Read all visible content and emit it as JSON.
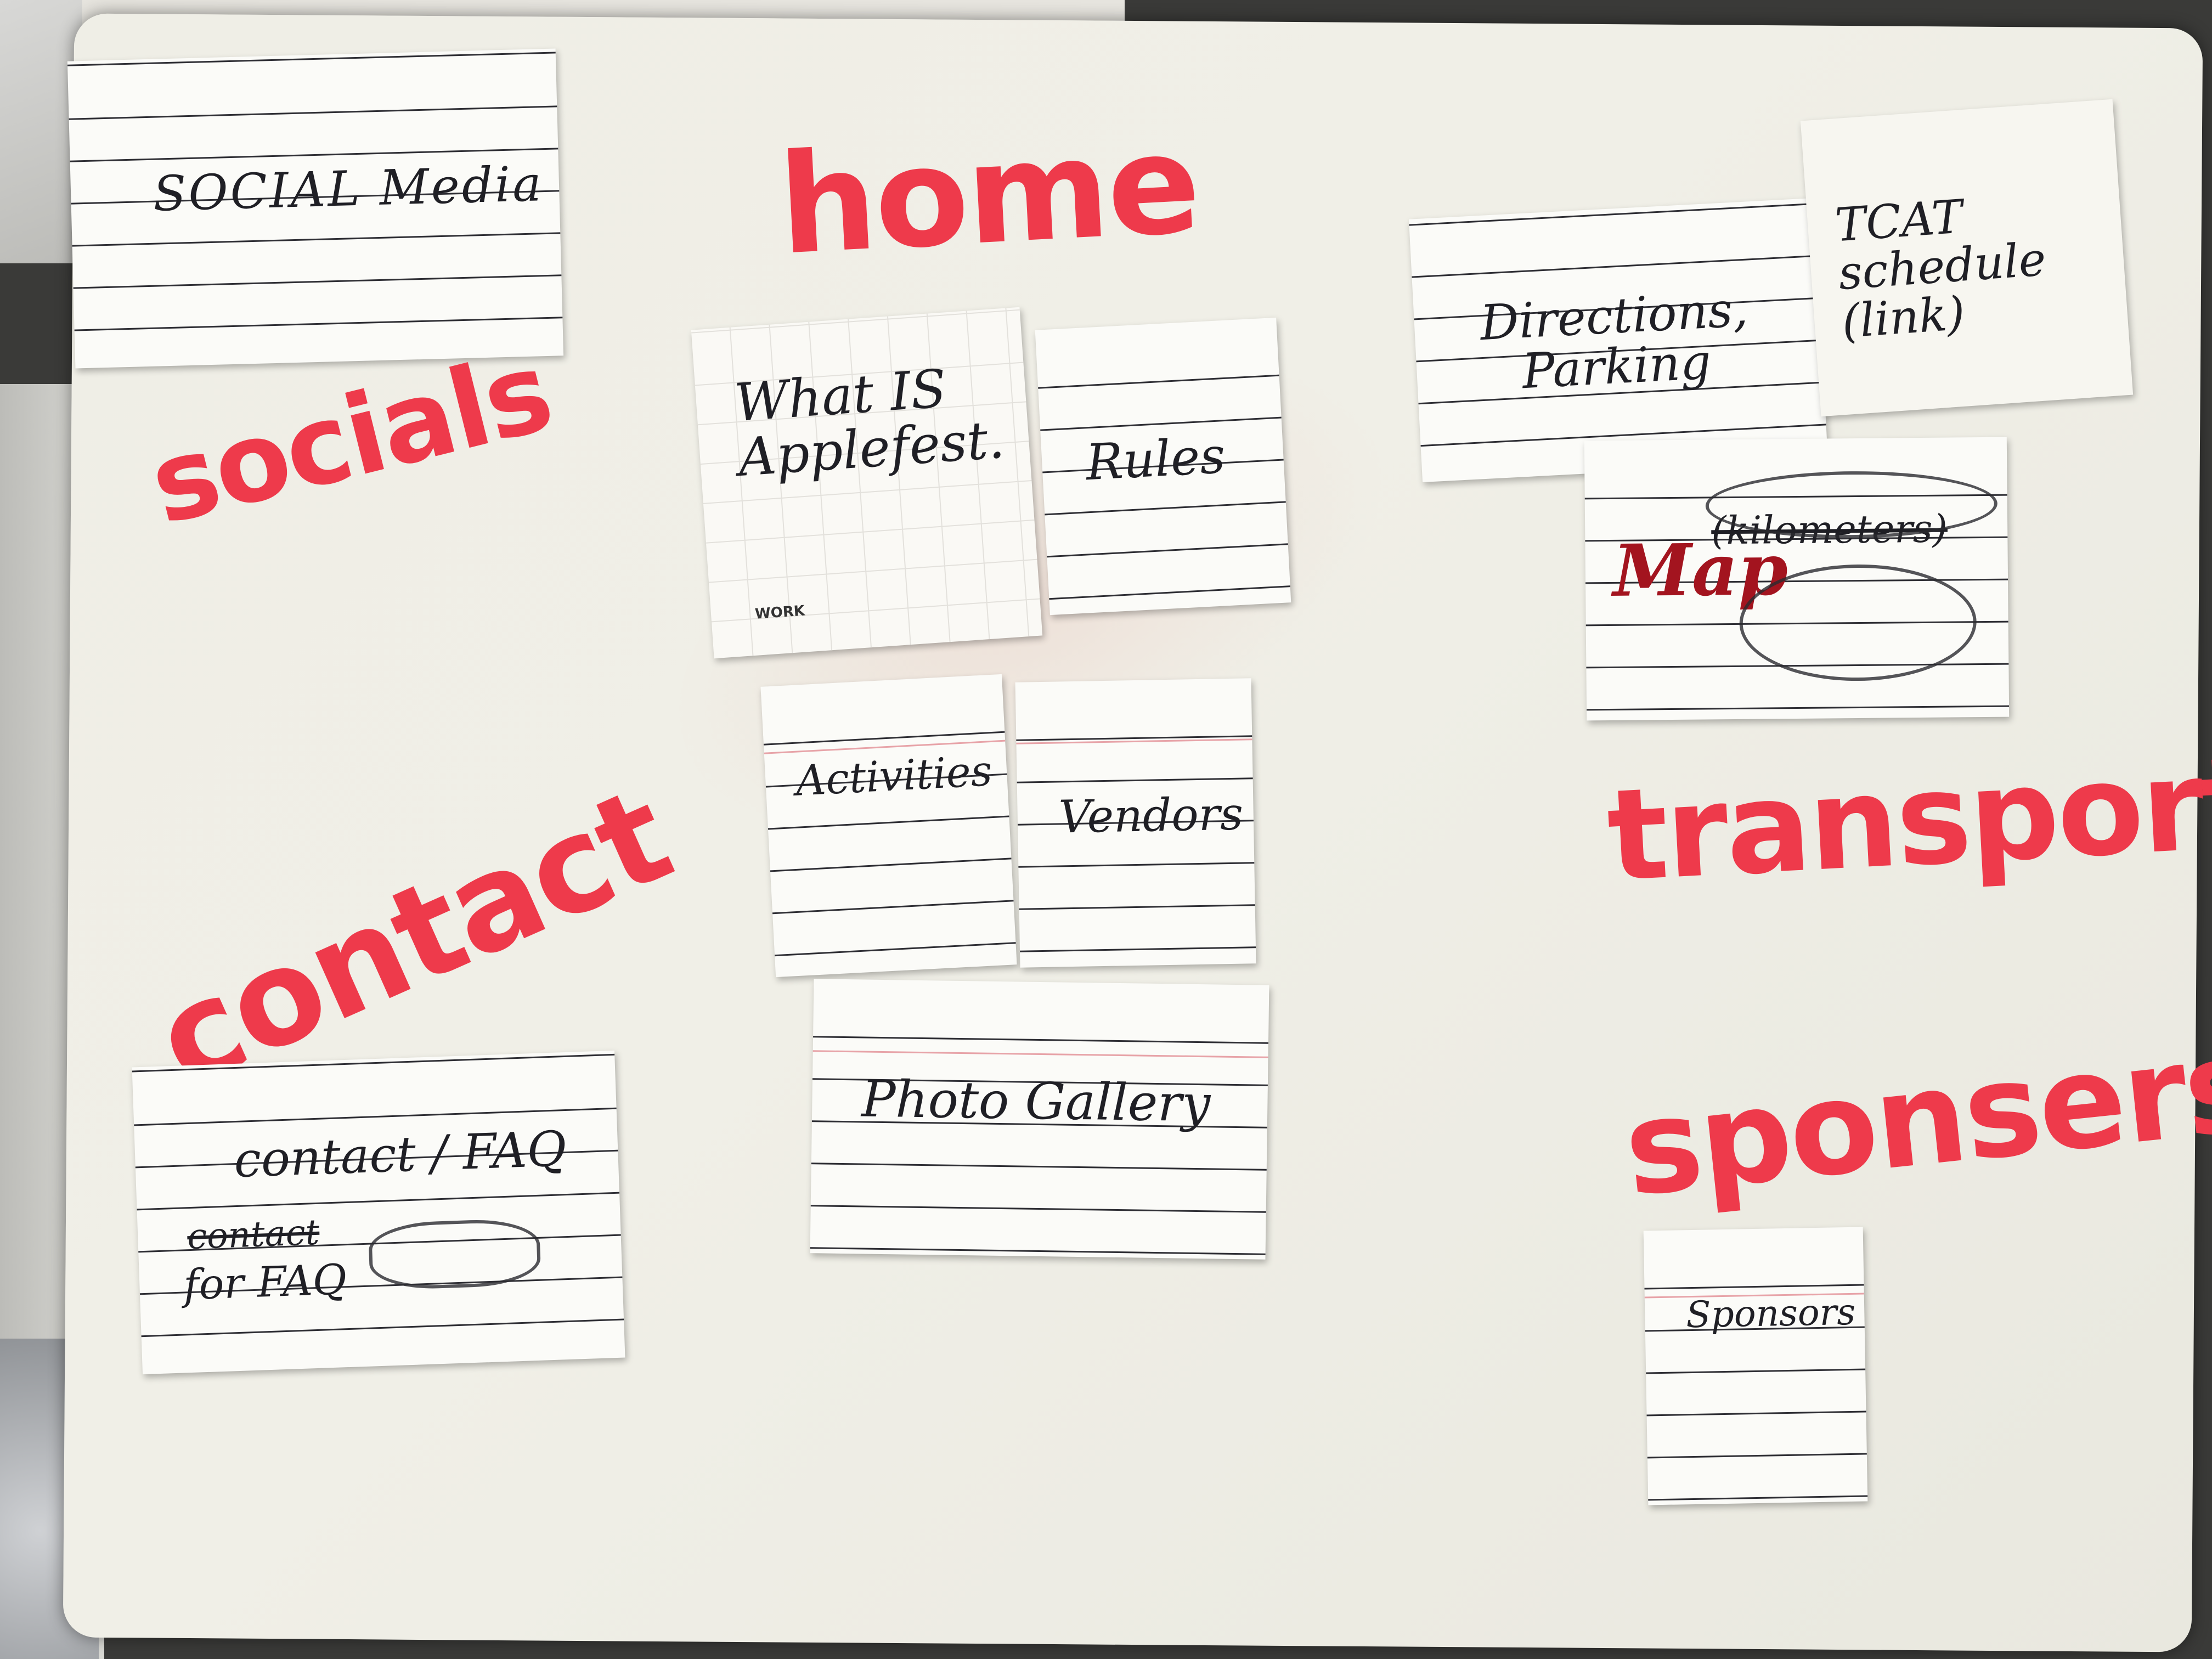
{
  "colors": {
    "marker_red": "#ee3a4b",
    "board": "#efeee6",
    "ink": "#1f1f25",
    "card": "#fbfbf8"
  },
  "categories": {
    "home": "home",
    "socials": "socials",
    "contact": "contact",
    "transport": "transport",
    "sponsers": "sponsers"
  },
  "cards": {
    "social_media": "SOCIAL Media",
    "what_is_applefest": "What IS\nApplefest.",
    "work_tag": "WORK",
    "rules": "Rules",
    "directions_parking": "Directions,\nParking",
    "tcat_schedule": "TCAT\nschedule\n(link)",
    "map": "Map",
    "map_struck": "(kilometers)",
    "activities": "Activities",
    "vendors": "Vendors",
    "photo_gallery": "Photo  Gallery",
    "contact_faq": "contact / FAQ",
    "contact_struck": "contact",
    "contact_for_faq": "for FAQ",
    "sponsors": "Sponsors"
  }
}
